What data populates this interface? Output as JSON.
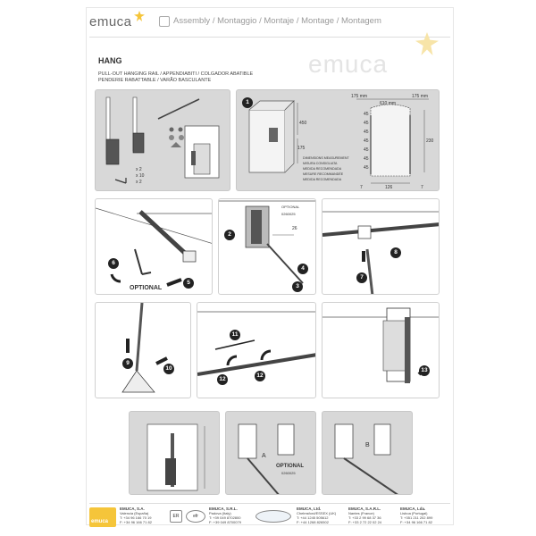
{
  "header": {
    "brand": "emuca",
    "assembly_text": "Assembly / Montaggio / Montaje / Montage / Montagem",
    "watermark": "emuca"
  },
  "product": {
    "title": "HANG",
    "subtitle_1": "PULL-OUT HANGING RAIL / APPENDIABITI / COLGADOR ABATIBLE",
    "subtitle_2": "PENDERIE RABATTABLE / VARÃO BASCULANTE"
  },
  "panel_parts": {
    "qty_1": "x 2",
    "qty_2": "x 10",
    "qty_3": "x 2"
  },
  "panel_measure": {
    "step": "1",
    "legend": [
      "DIMENSIONS MEASUREMENT",
      "MISURA CONSIGLIATA",
      "MEDIDA RECOMENDADA",
      "MESURE RECOMMANDÉE",
      "MEDIDA RECOMENDADA"
    ],
    "dims": {
      "top_left": "175 mm",
      "top_right": "175 mm",
      "top_center": "610 mm",
      "height_left": "450",
      "depth": "175",
      "right_height": "230",
      "stack": [
        "45",
        "45",
        "45",
        "45",
        "45",
        "45",
        "45"
      ],
      "bottom_center": "126",
      "bottom_left": "7",
      "bottom_right": "7"
    }
  },
  "steps": {
    "s2": "2",
    "s3": "3",
    "s4": "4",
    "s5": "5",
    "s6": "6",
    "s7": "7",
    "s8": "8",
    "s9": "9",
    "s10": "10",
    "s11": "11",
    "s12": "12",
    "s13": "13"
  },
  "labels": {
    "optional": "OPTIONAL",
    "optional_small": "OPTIONAL",
    "optional_code": "0260025",
    "dim_26": "26",
    "letter_a": "A",
    "letter_b": "B",
    "optional_code_2": "0260025"
  },
  "footer": {
    "logo_text": "emuca",
    "addresses": [
      {
        "name": "EMUCA, S.A.",
        "lines": [
          "Valencia (España)",
          "T: +34 96 166 70 19",
          "F: +34 96 166 71 82"
        ]
      },
      {
        "name": "EMUCA, S.R.L.",
        "lines": [
          "Padova (Italy)",
          "T: +39 049 8702800",
          "F: +39 049 8700079"
        ]
      },
      {
        "name": "EMUCA, Ltd.",
        "lines": [
          "Chelmsford/ESSEX (UK)",
          "T: +44 1245 505612",
          "F: +44 1268 826502"
        ]
      },
      {
        "name": "EMUCA, S.A.R.L.",
        "lines": [
          "Nantes (France)",
          "T: +33 2 99 68 37 36",
          "F: +33 2 72 22 02 24"
        ]
      },
      {
        "name": "EMUCA, Lda.",
        "lines": [
          "Lisboa (Portugal)",
          "T: +351 211 202 899",
          "F: +34 96 166 71 82"
        ]
      }
    ],
    "certs": [
      "ER",
      "efr"
    ]
  },
  "colors": {
    "accent": "#f5c53a",
    "panel_gray": "#d8d8d8"
  }
}
